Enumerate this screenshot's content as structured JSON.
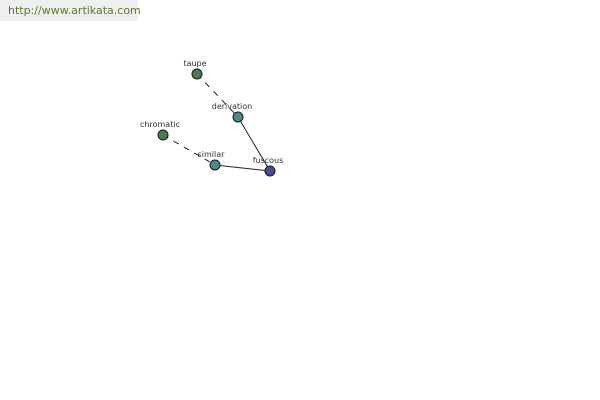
{
  "site_url": "http://www.artikata.com",
  "graph": {
    "nodes": [
      {
        "id": "taupe",
        "label": "taupe",
        "color": "#4a7a52"
      },
      {
        "id": "derivation",
        "label": "derivation",
        "color": "#4a8a8a"
      },
      {
        "id": "chromatic",
        "label": "chromatic",
        "color": "#4a7a52"
      },
      {
        "id": "similar",
        "label": "similar",
        "color": "#4a8a8a"
      },
      {
        "id": "fuscous",
        "label": "fuscous",
        "color": "#4a4a9a"
      }
    ],
    "edges": [
      {
        "from": "taupe",
        "to": "derivation",
        "style": "dashed"
      },
      {
        "from": "derivation",
        "to": "fuscous",
        "style": "solid"
      },
      {
        "from": "chromatic",
        "to": "similar",
        "style": "dashed"
      },
      {
        "from": "similar",
        "to": "fuscous",
        "style": "solid"
      }
    ]
  }
}
